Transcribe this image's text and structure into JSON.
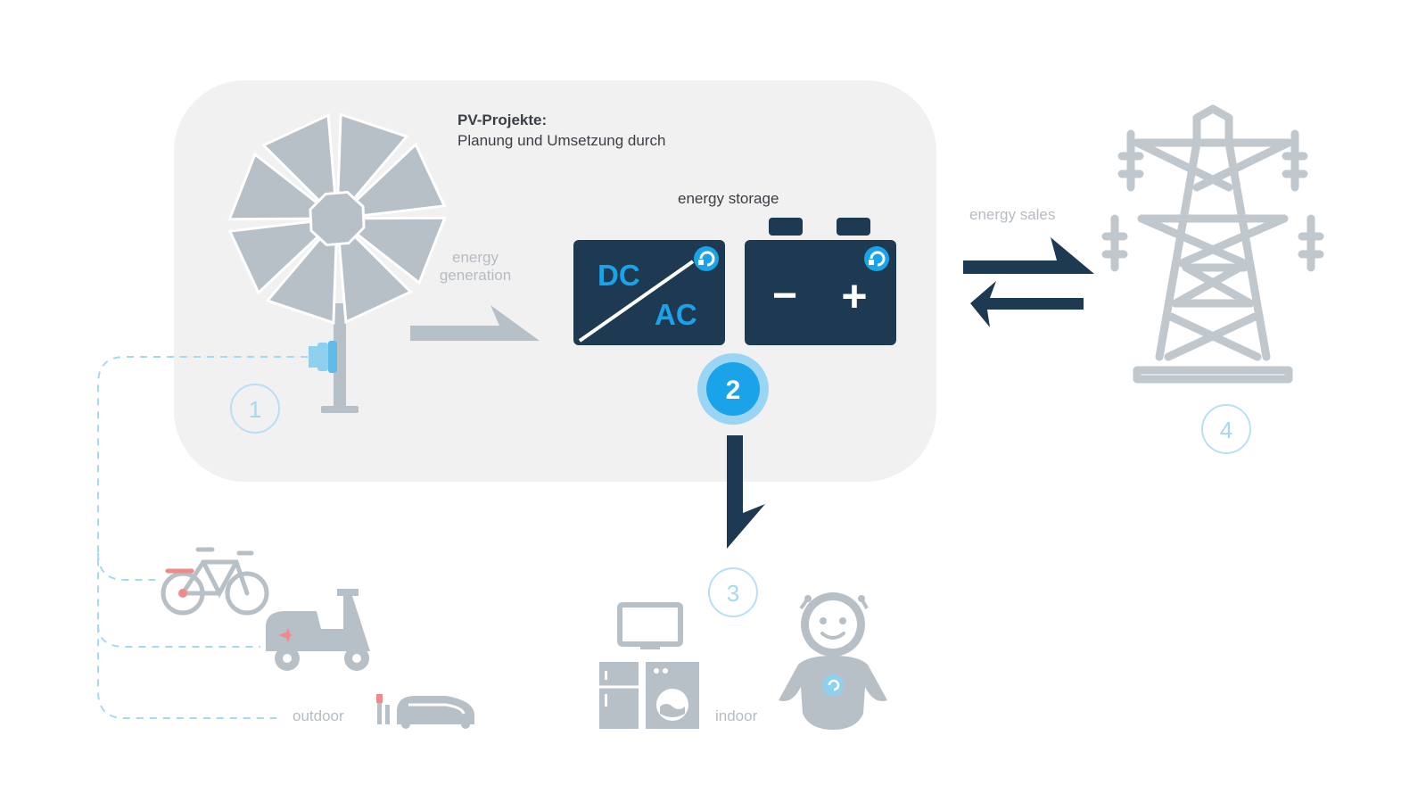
{
  "pv_box": {
    "title": "PV-Projekte:",
    "subtitle": "Planung und Umsetzung durch"
  },
  "labels": {
    "energy_generation": "energy generation",
    "energy_storage": "energy storage",
    "energy_sales": "energy sales",
    "outdoor": "outdoor",
    "indoor": "indoor"
  },
  "inverter": {
    "dc": "DC",
    "ac": "AC"
  },
  "battery": {
    "minus": "−",
    "plus": "+"
  },
  "steps": {
    "one": "1",
    "two": "2",
    "three": "3",
    "four": "4"
  },
  "colors": {
    "navy": "#1e3a52",
    "accent_blue": "#1aa3e8",
    "grey_icon": "#b8c0c7",
    "light_blue_line": "#a8d8f0",
    "panel_bg": "#f1f1f2",
    "red_accent": "#f08a8a"
  },
  "icons": [
    "solar-flower-icon",
    "plug-icon",
    "dc-ac-inverter-icon",
    "battery-icon",
    "power-pylon-icon",
    "bicycle-icon",
    "scooter-icon",
    "lawn-mower-robot-icon",
    "tv-icon",
    "fridge-icon",
    "washing-machine-icon",
    "robot-icon"
  ]
}
